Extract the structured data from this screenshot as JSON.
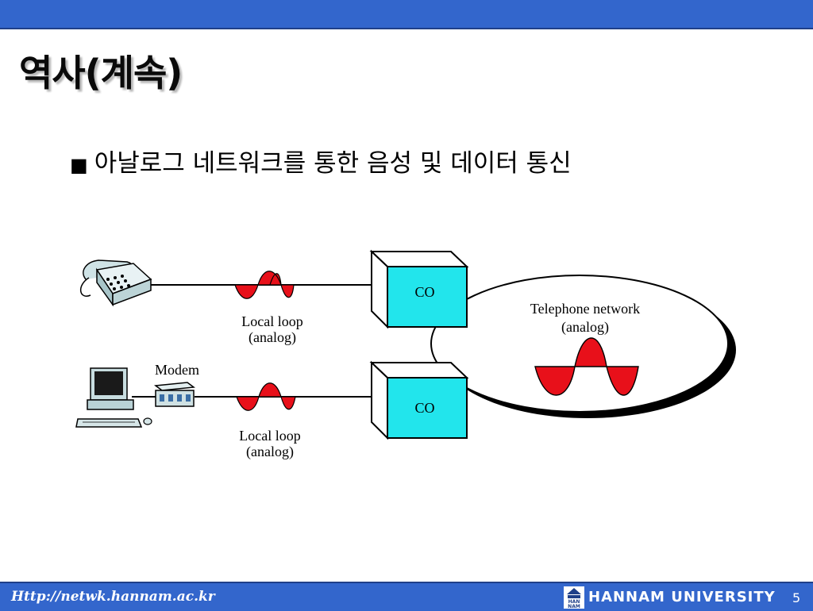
{
  "slide": {
    "title": "역사(계속)",
    "bullet_marker": "■",
    "bullet_text": "아날로그 네트워크를 통한 음성 및 데이터 통신"
  },
  "diagram": {
    "co_top_label": "CO",
    "co_bottom_label": "CO",
    "local_loop_top": [
      "Local loop",
      "(analog)"
    ],
    "local_loop_bottom": [
      "Local loop",
      "(analog)"
    ],
    "modem_label": "Modem",
    "network_label": [
      "Telephone network",
      "(analog)"
    ],
    "colors": {
      "co_face": "#22e5ec",
      "wave_fill": "#e8101a",
      "network_fill": "#ffffff"
    }
  },
  "footer": {
    "url": "Http://netwk.hannam.ac.kr",
    "university": "HANNAM UNIVERSITY",
    "page_number": "5",
    "logo_text": "HAN NAM"
  }
}
